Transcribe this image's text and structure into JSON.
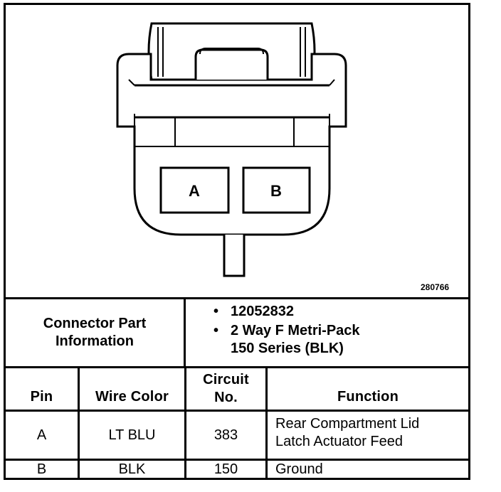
{
  "connector": {
    "pins": [
      "A",
      "B"
    ],
    "figure_id": "280766"
  },
  "info": {
    "header": [
      "Connector Part",
      "Information"
    ],
    "part_number": "12052832",
    "description_line1": "2 Way F Metri-Pack",
    "description_line2": "150 Series (BLK)"
  },
  "table": {
    "headers": {
      "pin": "Pin",
      "wire_color": "Wire Color",
      "circuit_line1": "Circuit",
      "circuit_line2": "No.",
      "function": "Function"
    },
    "rows": [
      {
        "pin": "A",
        "wire_color": "LT BLU",
        "circuit": "383",
        "function_line1": "Rear Compartment Lid",
        "function_line2": "Latch Actuator Feed"
      },
      {
        "pin": "B",
        "wire_color": "BLK",
        "circuit": "150",
        "function_line1": "Ground",
        "function_line2": ""
      }
    ]
  }
}
